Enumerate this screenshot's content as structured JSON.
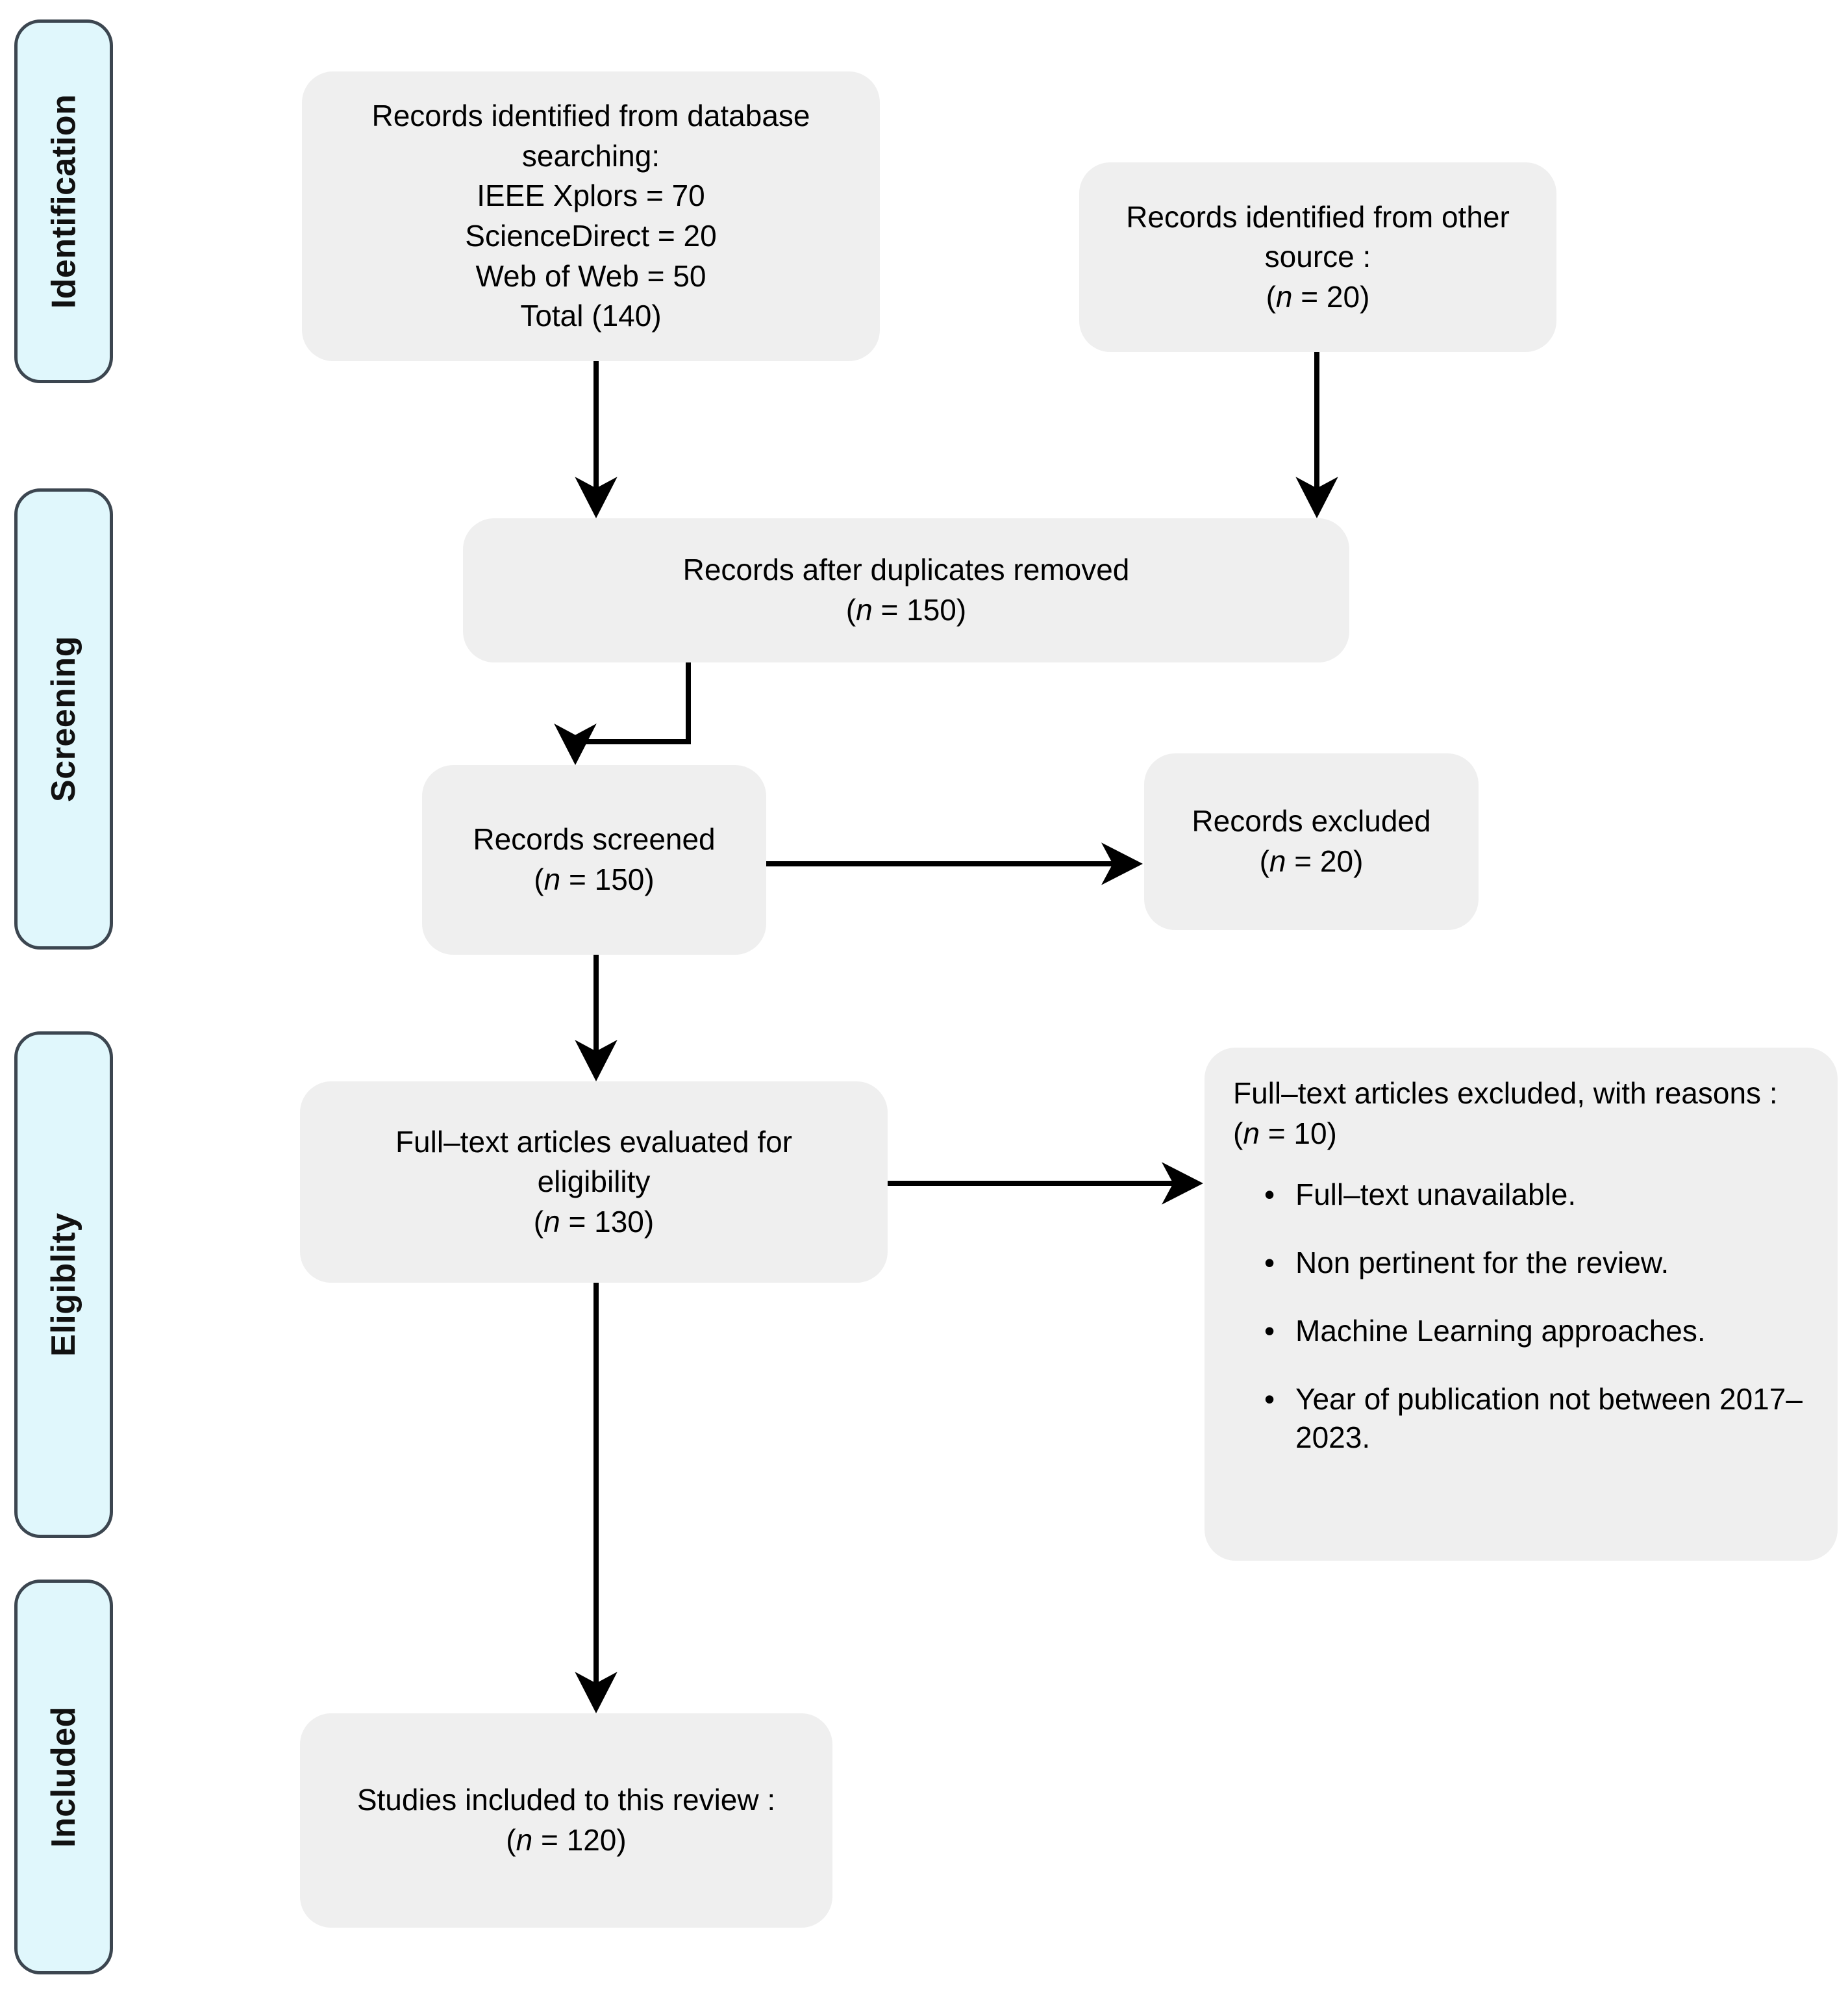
{
  "diagram": {
    "type": "prisma-flow-diagram",
    "colors": {
      "stage_fill": "#e0f7fc",
      "stage_border": "#3c4650",
      "box_fill": "#efefef",
      "arrow": "#000000",
      "text": "#000000"
    }
  },
  "stages": [
    {
      "id": "identification",
      "label": "Identification"
    },
    {
      "id": "screening",
      "label": "Screening"
    },
    {
      "id": "eligibility",
      "label": "Eligiblity"
    },
    {
      "id": "included",
      "label": "Included"
    }
  ],
  "boxes": {
    "identified_database": {
      "lines": [
        "Records identified from database",
        "searching:",
        "IEEE Xplors = 70",
        "ScienceDirect = 20",
        "Web of Web = 50",
        "Total (140)"
      ]
    },
    "identified_other": {
      "lines": [
        "Records identified from other",
        "source :"
      ],
      "count_prefix": "(",
      "count_var": "n",
      "count_eq": " = ",
      "count_value": "20",
      "count_suffix": ")"
    },
    "duplicates_removed": {
      "lines": [
        "Records after duplicates removed"
      ],
      "count_prefix": "(",
      "count_var": "n",
      "count_eq": " = ",
      "count_value": "150",
      "count_suffix": ")"
    },
    "records_screened": {
      "lines": [
        "Records screened"
      ],
      "count_prefix": "(",
      "count_var": "n",
      "count_eq": " = ",
      "count_value": "150",
      "count_suffix": ")"
    },
    "records_excluded": {
      "lines": [
        "Records excluded"
      ],
      "count_prefix": "(",
      "count_var": "n",
      "count_eq": " = ",
      "count_value": "20",
      "count_suffix": ")"
    },
    "fulltext_evaluated": {
      "lines": [
        "Full–text articles evaluated for",
        "eligibility"
      ],
      "count_prefix": "(",
      "count_var": "n",
      "count_eq": " = ",
      "count_value": "130",
      "count_suffix": ")"
    },
    "fulltext_excluded": {
      "heading": "Full–text articles excluded, with reasons :",
      "count_prefix": "(",
      "count_var": "n",
      "count_eq": " = ",
      "count_value": "10",
      "count_suffix": ")",
      "reasons": [
        "Full–text unavailable.",
        "Non pertinent for the review.",
        "Machine Learning approaches.",
        "Year of publication not between 2017–2023."
      ]
    },
    "studies_included": {
      "lines": [
        "Studies included to this review :"
      ],
      "count_prefix": "(",
      "count_var": "n",
      "count_eq": " = ",
      "count_value": "120",
      "count_suffix": ")"
    }
  }
}
